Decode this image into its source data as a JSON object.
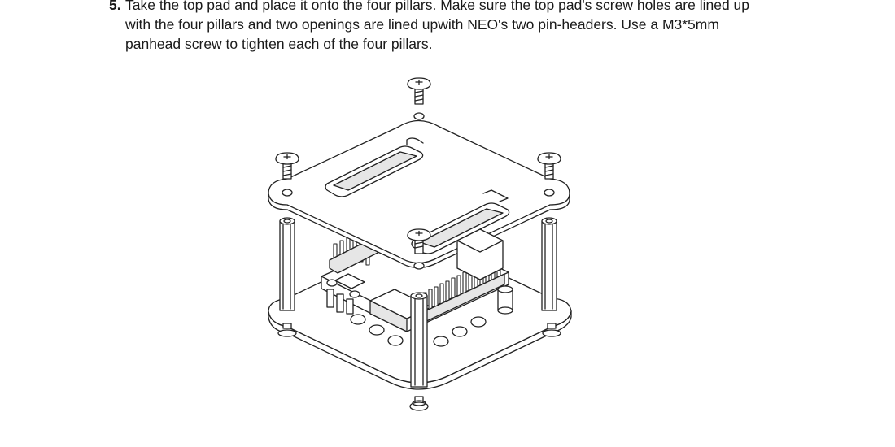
{
  "step": {
    "number": "5.",
    "lines": [
      "Take the top pad and place it onto the four pillars. Make sure the top pad's screw holes  are lined up",
      "with the four pillars and two openings are lined upwith NEO's two pin-headers. Use a M3*5mm",
      "panhead screw to tighten each of the four pillars."
    ]
  },
  "illustration": {
    "stroke_color": "#222222",
    "fill_color": "#ffffff",
    "shade_color": "#e6e6e6"
  }
}
